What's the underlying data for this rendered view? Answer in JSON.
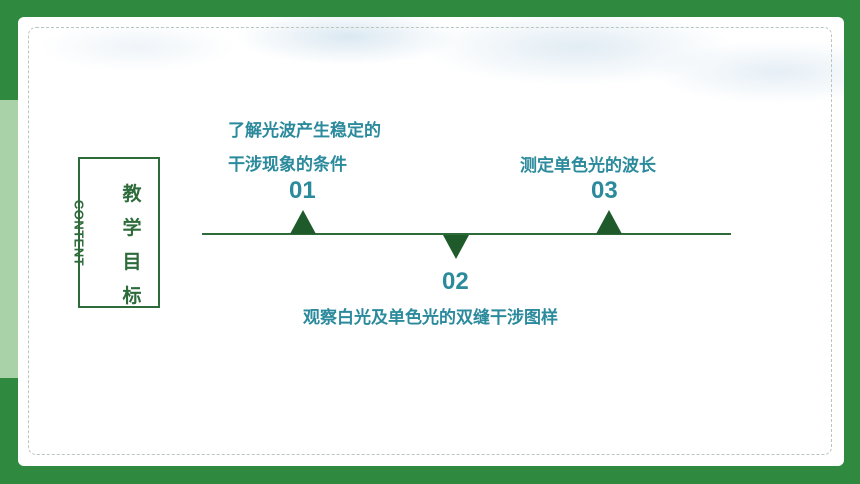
{
  "title": {
    "content_word": "CONTENT",
    "chars": [
      "教",
      "学",
      "目",
      "标"
    ]
  },
  "items": [
    {
      "number": "01",
      "line1": "了解光波产生稳定的",
      "line2": "干涉现象的条件"
    },
    {
      "number": "02",
      "line1": "观察白光及单色光的双缝干涉图样"
    },
    {
      "number": "03",
      "line1": "测定单色光的波长"
    }
  ]
}
